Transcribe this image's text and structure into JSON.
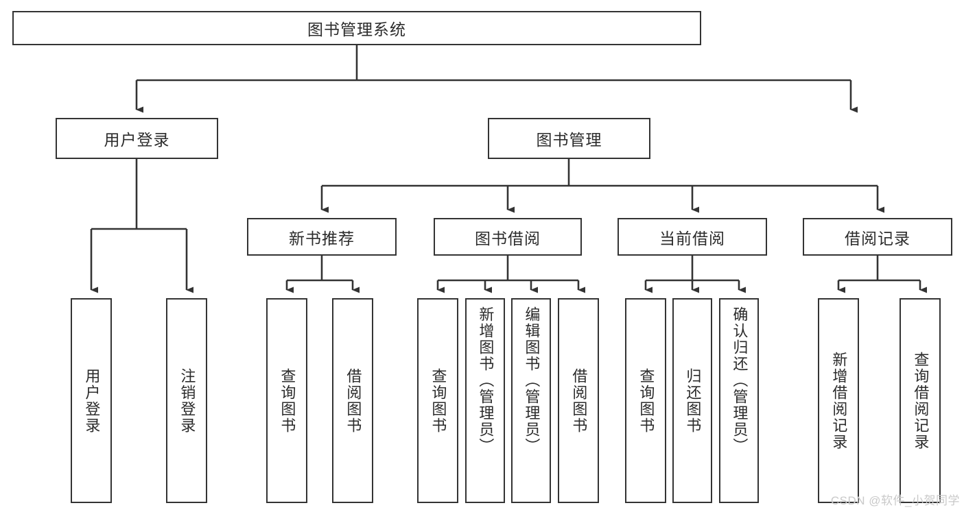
{
  "diagram": {
    "title": "图书管理系统",
    "type": "hierarchy-tree",
    "root": {
      "label": "图书管理系统"
    },
    "level2": [
      {
        "label": "用户登录"
      },
      {
        "label": "图书管理"
      }
    ],
    "level3": [
      {
        "label": "新书推荐"
      },
      {
        "label": "图书借阅"
      },
      {
        "label": "当前借阅"
      },
      {
        "label": "借阅记录"
      }
    ],
    "leaves": {
      "user_login": [
        {
          "label": "用户登录"
        },
        {
          "label": "注销登录"
        }
      ],
      "new_book_recommend": [
        {
          "label": "查询图书"
        },
        {
          "label": "借阅图书"
        }
      ],
      "book_borrow": [
        {
          "label": "查询图书"
        },
        {
          "label": "新增图书（管理员）"
        },
        {
          "label": "编辑图书（管理员）"
        },
        {
          "label": "借阅图书"
        }
      ],
      "current_borrow": [
        {
          "label": "查询图书"
        },
        {
          "label": "归还图书"
        },
        {
          "label": "确认归还（管理员）"
        }
      ],
      "borrow_record": [
        {
          "label": "新增借阅记录"
        },
        {
          "label": "查询借阅记录"
        }
      ]
    }
  },
  "watermark": {
    "text": "CSDN @软件_小贺同学"
  },
  "colors": {
    "stroke": "#333333",
    "fill": "#ffffff",
    "text": "#2b2b2b",
    "watermark": "#c9c9c9"
  }
}
